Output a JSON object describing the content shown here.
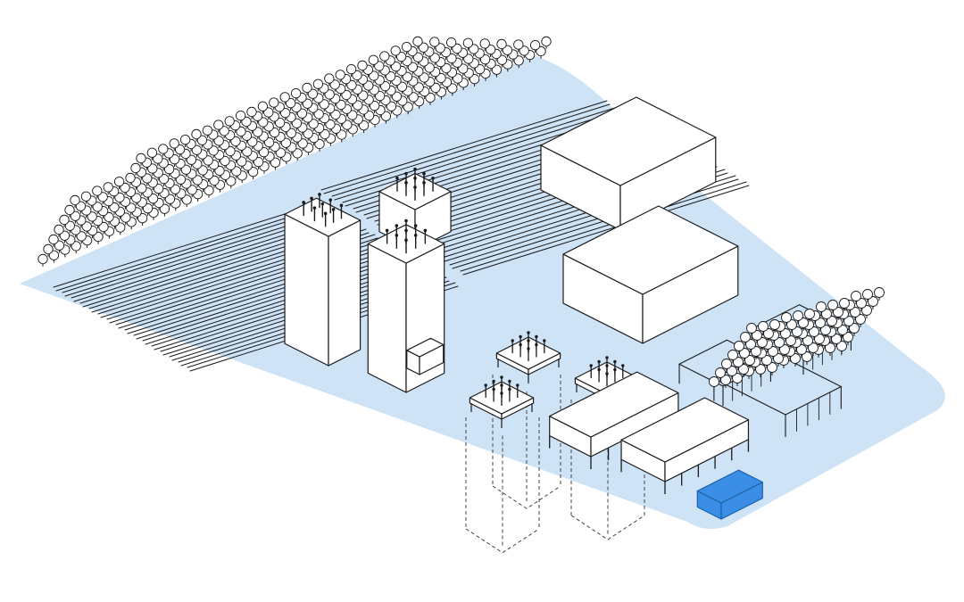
{
  "diagram": {
    "colors": {
      "site_fill": "#cfe3f7",
      "outline": "#1a1a1a",
      "building_fill": "#ffffff",
      "highlight_fill": "#3a8ee6",
      "highlight_stroke": "#1d5fa8",
      "dashed_outline": "#444444"
    },
    "elements": [
      "site-plane",
      "tree-grove",
      "linear-bars",
      "tall-towers",
      "large-block-buildings",
      "elevated-platforms",
      "ghost-towers",
      "long-slab-buildings",
      "pavilion-courtyard-cluster",
      "highlighted-building"
    ]
  }
}
